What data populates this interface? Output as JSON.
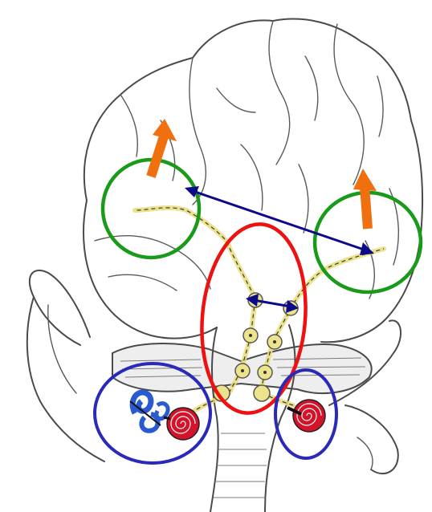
{
  "diagram": {
    "palette": {
      "cortex_circle": "#1a9a1a",
      "brainstem_ellipse": "#ee1111",
      "ear_circle": "#2a2aba",
      "interhemispheric_arrow": "#0a0a8a",
      "output_arrow": "#f07010",
      "pathway": "#e8dd7a",
      "cochlea_red": "#d4122a",
      "vestibular_blue": "#2a5ad0"
    },
    "icons": [
      "brain-outline",
      "left-ear",
      "right-ear",
      "cochlea-left",
      "cochlea-right",
      "semicircular-canals",
      "brainstem",
      "cerebellum"
    ]
  }
}
